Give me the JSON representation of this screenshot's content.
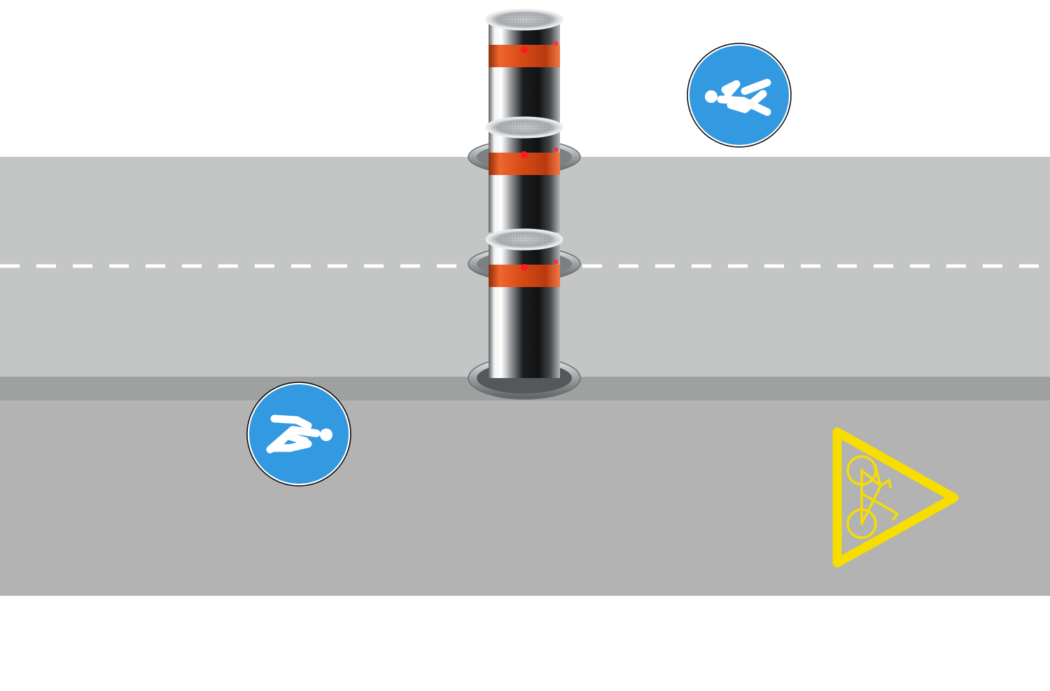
{
  "scene": {
    "description_labels": [],
    "colors": {
      "background": "#ffffff",
      "road_surface": "#c4c6c5",
      "curb": "#9fa1a0",
      "sidewalk": "#b2b3b2",
      "lane_marking": "#ffffff",
      "sign_blue": "#3399e0",
      "sign_white": "#ffffff",
      "warning_yellow": "#f7dd00",
      "bollard_band": "#e2521e",
      "bollard_light": "#ff1a1a"
    },
    "bollards": [
      {
        "name": "bollard-top",
        "state": "raised"
      },
      {
        "name": "bollard-middle",
        "state": "raised"
      },
      {
        "name": "bollard-bottom",
        "state": "raised"
      }
    ],
    "signs": [
      {
        "name": "pedestrian-sign-upper",
        "icon": "pedestrian-icon"
      },
      {
        "name": "pedestrian-sign-lower",
        "icon": "pedestrian-icon"
      },
      {
        "name": "cyclist-warning-sign",
        "icon": "bicycle-icon"
      }
    ]
  }
}
